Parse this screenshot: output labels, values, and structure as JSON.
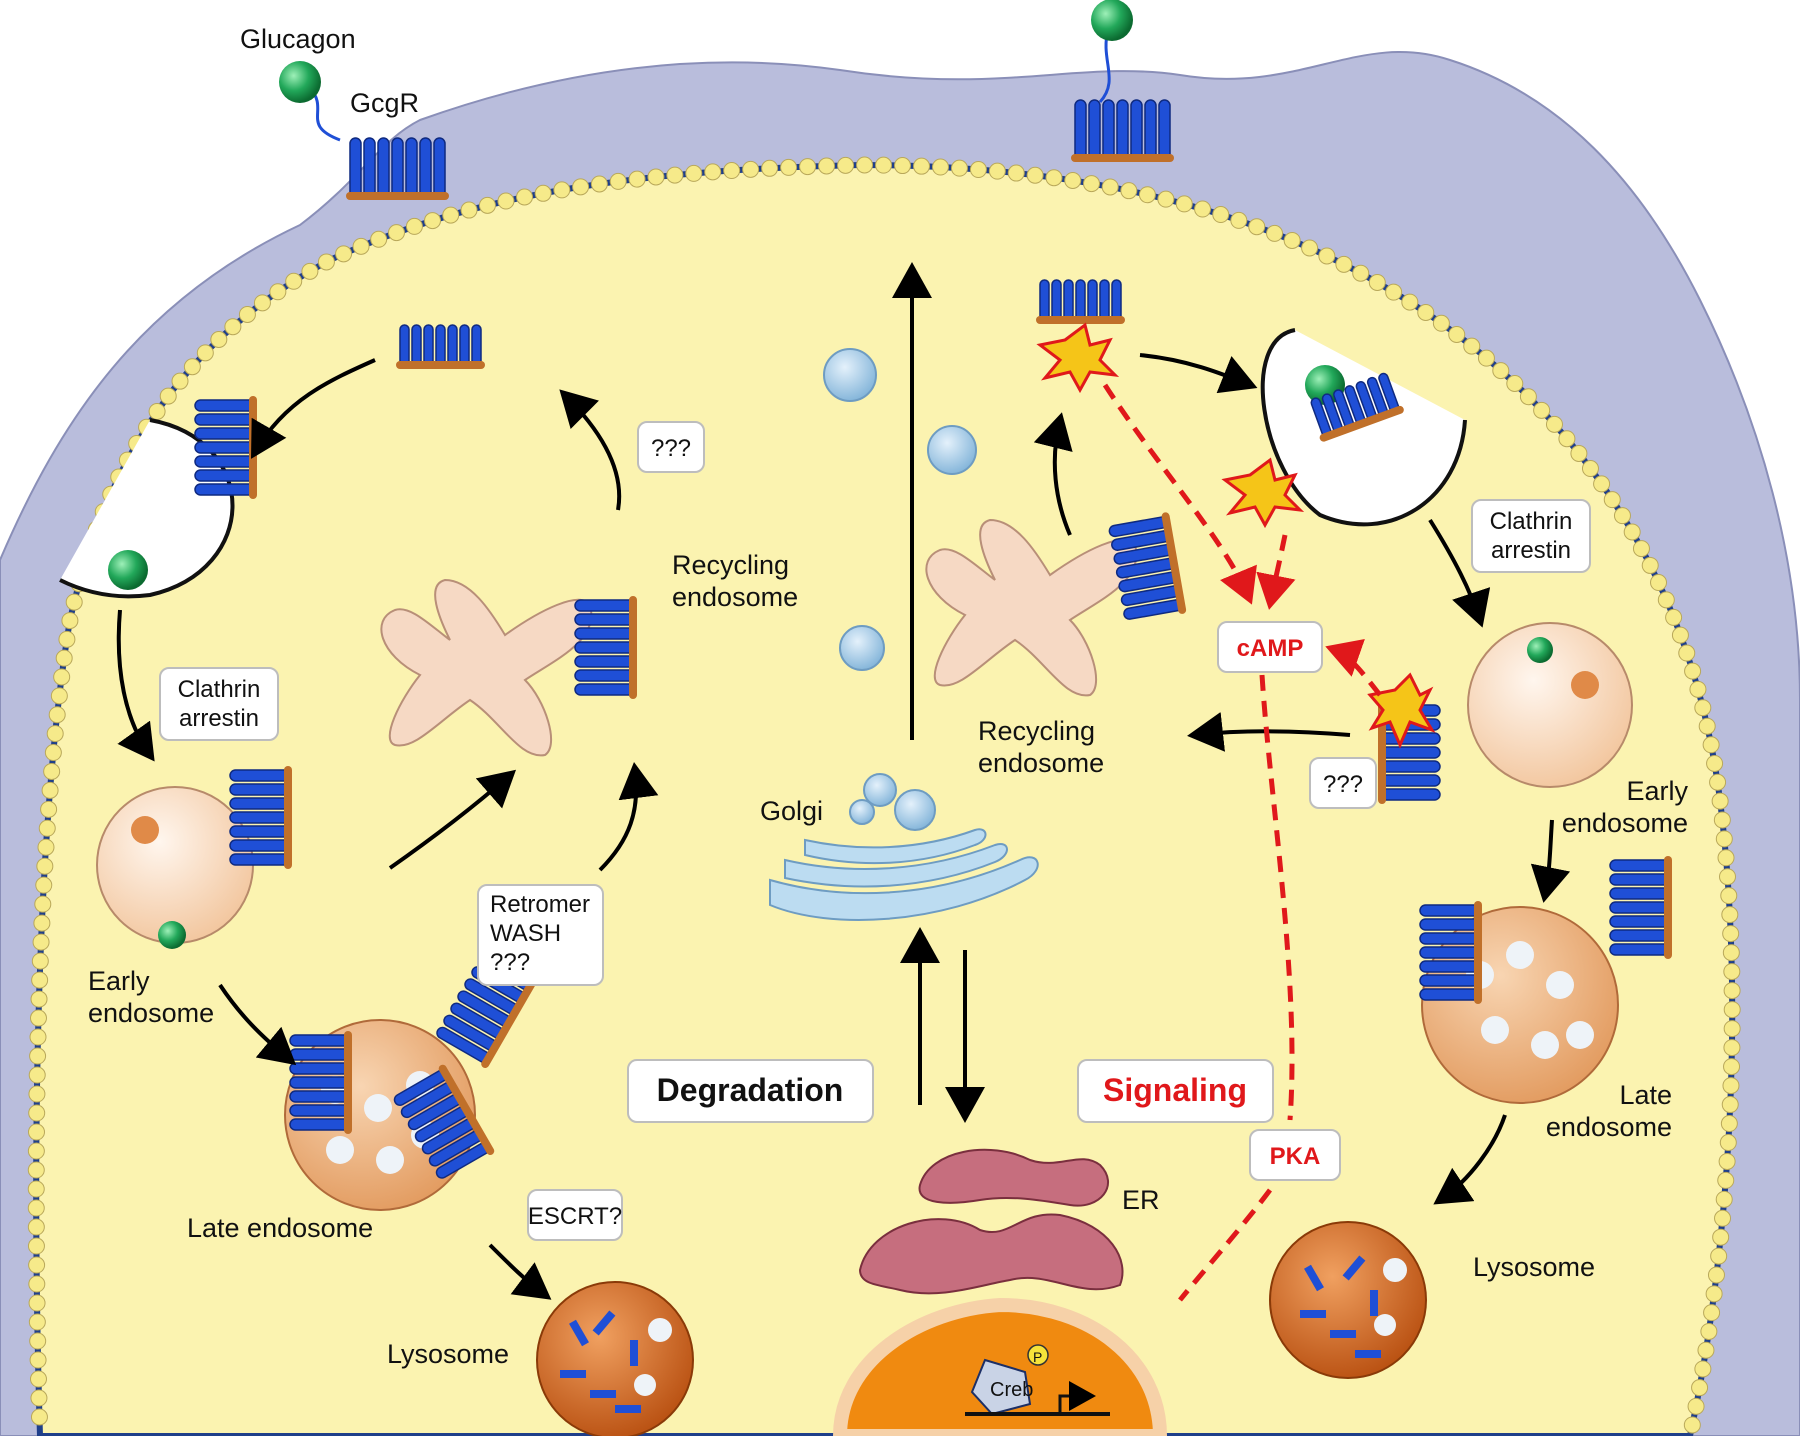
{
  "labels": {
    "glucagon": "Glucagon",
    "gcgr": "GcgR",
    "recycling_left_1": "Recycling",
    "recycling_left_2": "endosome",
    "recycling_right_1": "Recycling",
    "recycling_right_2": "endosome",
    "early_left_1": "Early",
    "early_left_2": "endosome",
    "early_right_1": "Early",
    "early_right_2": "endosome",
    "late_left": "Late endosome",
    "late_right_1": "Late",
    "late_right_2": "endosome",
    "lysosome_left": "Lysosome",
    "lysosome_right": "Lysosome",
    "golgi": "Golgi",
    "er": "ER",
    "creb": "Creb",
    "phospho": "P"
  },
  "boxes": {
    "clathrin_left_1": "Clathrin",
    "clathrin_left_2": "arrestin",
    "clathrin_right_1": "Clathrin",
    "clathrin_right_2": "arrestin",
    "unknown_top_left": "???",
    "unknown_right": "???",
    "retromer_1": "Retromer",
    "retromer_2": "WASH",
    "retromer_3": "???",
    "escrt": "ESCRT?",
    "degradation": "Degradation",
    "signaling": "Signaling",
    "camp": "cAMP",
    "pka": "PKA"
  },
  "colors": {
    "cytoplasm": "#fbf3b0",
    "membrane_bead": "#f6ea8a",
    "outer_cell": "#b9bddc",
    "receptor": "#1f4fd6",
    "glucagon": "#22a85a",
    "signal_red": "#e0181b",
    "endosome_peach": "#f4c9a2",
    "lysosome": "#d46a1e",
    "nucleus": "#f08a10"
  }
}
